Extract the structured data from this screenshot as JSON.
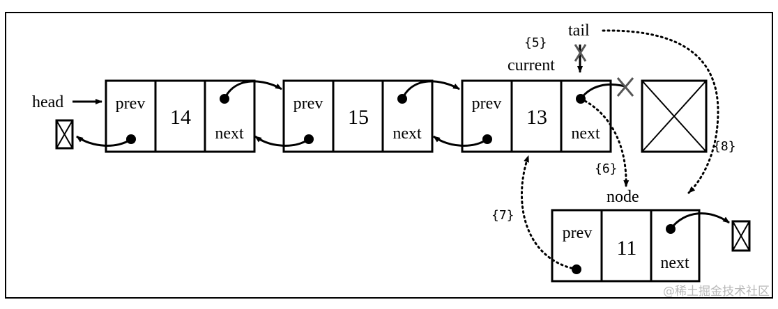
{
  "labels": {
    "head": "head",
    "tail": "tail",
    "current": "current",
    "node": "node"
  },
  "nodes": [
    {
      "prev": "prev",
      "value": "14",
      "next": "next"
    },
    {
      "prev": "prev",
      "value": "15",
      "next": "next"
    },
    {
      "prev": "prev",
      "value": "13",
      "next": "next"
    },
    {
      "prev": "prev",
      "value": "11",
      "next": "next"
    }
  ],
  "steps": {
    "s5": "{5}",
    "s6": "{6}",
    "s7": "{7}",
    "s8": "{8}"
  },
  "watermark": "@稀土掘金技术社区"
}
